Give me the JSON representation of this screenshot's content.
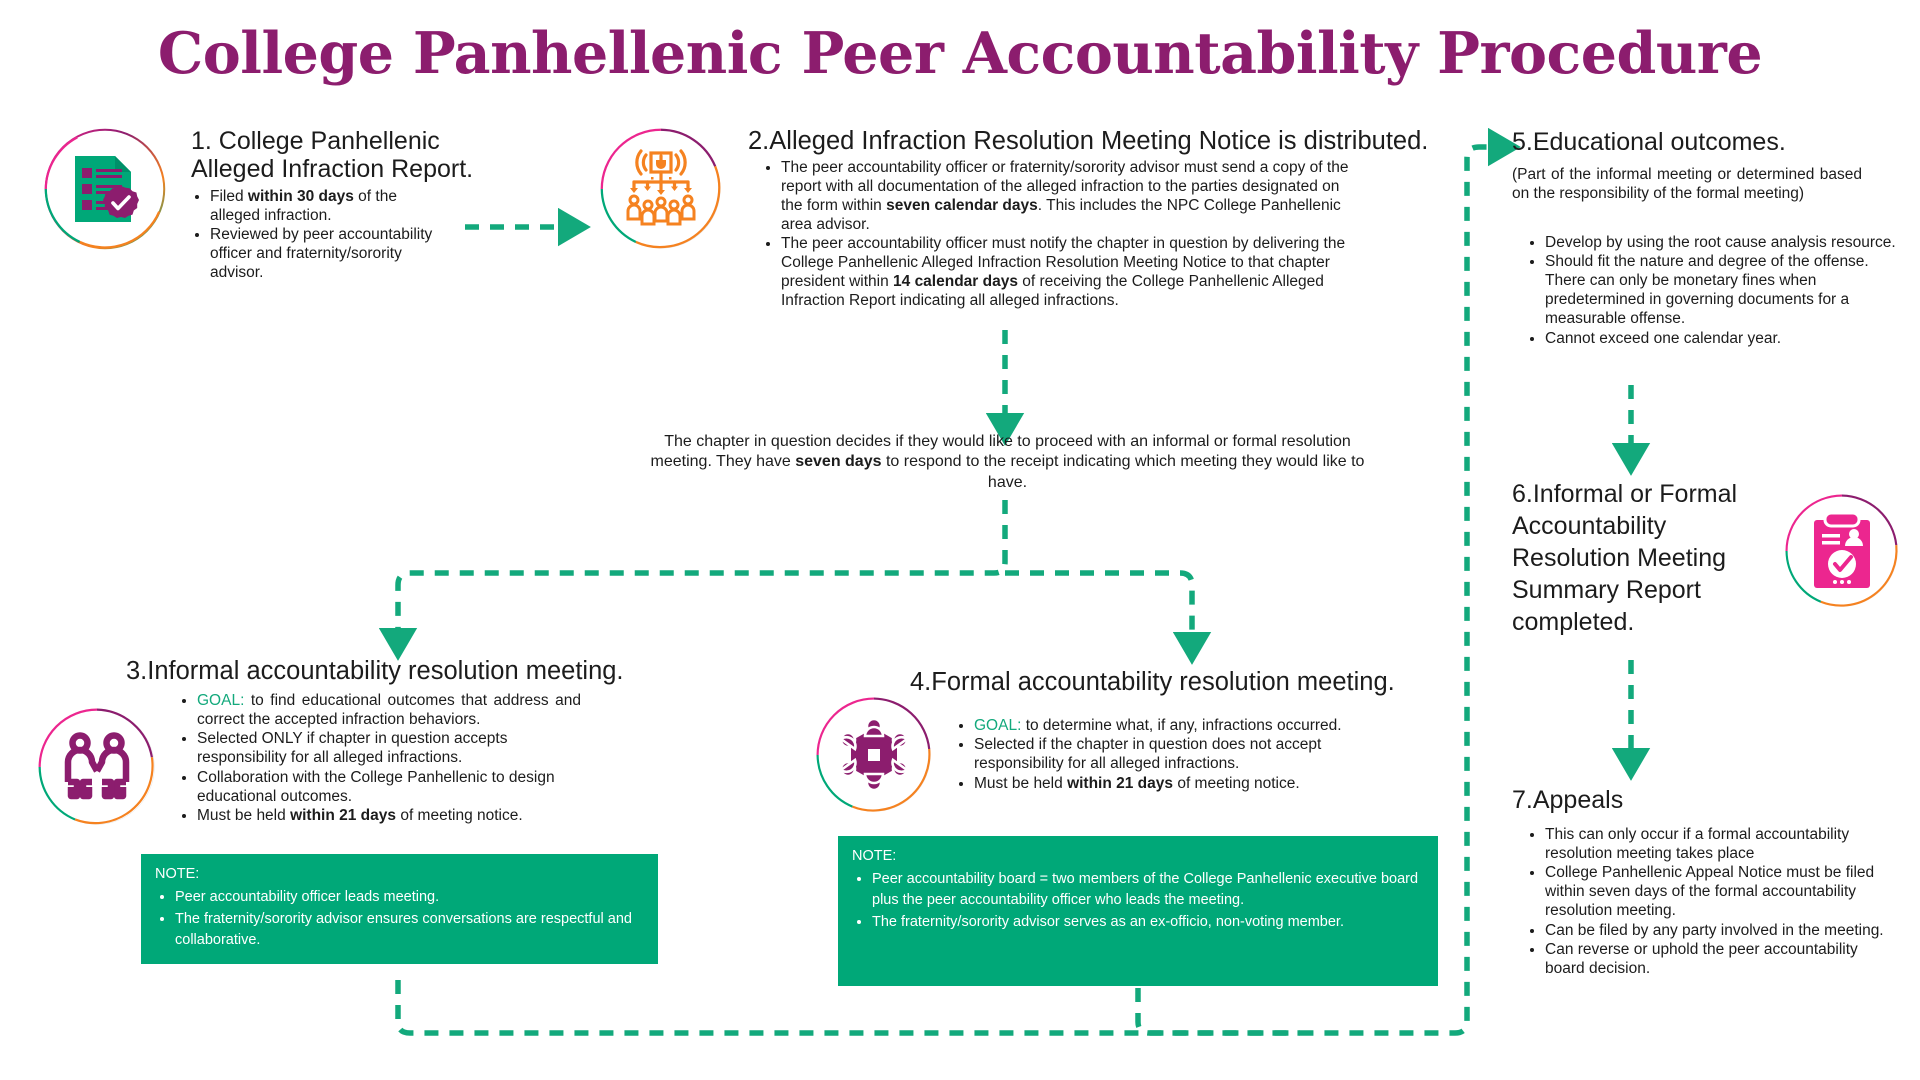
{
  "page": {
    "title": "College Panhellenic Peer Accountability Procedure",
    "accent_purple": "#8c1d6e",
    "accent_green": "#00a878",
    "accent_orange": "#f58220",
    "accent_pink": "#ec268f",
    "goal_green": "#13a97c"
  },
  "step1": {
    "icon": "report-checklist-icon",
    "heading": "1. College Panhellenic Alleged Infraction Report.",
    "bullets": [
      {
        "pre": "Filed ",
        "bold": "within 30 days",
        "post": " of the alleged infraction."
      },
      {
        "pre": "Reviewed by peer accountability officer and fraternity/sorority advisor.",
        "bold": "",
        "post": ""
      }
    ]
  },
  "step2": {
    "icon": "broadcast-org-chart-icon",
    "heading": "2.Alleged Infraction Resolution Meeting Notice is distributed.",
    "bullets": [
      {
        "pre": "The peer accountability officer or fraternity/sorority advisor must send a copy of the report with all documentation of the alleged infraction to the parties designated on the form within ",
        "bold": "seven calendar days",
        "post": ". This includes the NPC College Panhellenic area advisor."
      },
      {
        "pre": "The peer accountability officer must notify the chapter in question by delivering the College Panhellenic Alleged Infraction Resolution Meeting Notice to that chapter president within ",
        "bold": "14 calendar days",
        "post": " of receiving the College Panhellenic Alleged Infraction Report indicating all alleged infractions."
      }
    ]
  },
  "decision": {
    "pre": "The chapter in question decides if they would like to proceed with an informal or formal resolution meeting. They have ",
    "bold": "seven days",
    "post": " to respond to the receipt indicating which meeting they would like to have."
  },
  "step3": {
    "icon": "two-people-handshake-icon",
    "heading": "3.Informal accountability resolution meeting.",
    "bullets": [
      {
        "label": "GOAL:",
        "pre": " to find educational outcomes that address and correct the accepted infraction behaviors.",
        "bold": "",
        "post": ""
      },
      {
        "label": "",
        "pre": "Selected ONLY if chapter in question accepts responsibility for all alleged infractions.",
        "bold": "",
        "post": ""
      },
      {
        "label": "",
        "pre": "Collaboration with the College Panhellenic to design educational outcomes.",
        "bold": "",
        "post": ""
      },
      {
        "label": "",
        "pre": "Must be held ",
        "bold": "within 21 days",
        "post": " of meeting notice."
      }
    ],
    "note": {
      "label": "NOTE:",
      "bullets": [
        "Peer accountability officer leads meeting.",
        "The fraternity/sorority advisor ensures conversations are respectful and collaborative."
      ]
    }
  },
  "step4": {
    "icon": "round-table-meeting-icon",
    "heading": "4.Formal accountability resolution meeting.",
    "bullets": [
      {
        "label": "GOAL:",
        "pre": " to determine what, if any, infractions occurred.",
        "bold": "",
        "post": ""
      },
      {
        "label": "",
        "pre": "Selected if the chapter in question does not accept responsibility for all alleged infractions.",
        "bold": "",
        "post": ""
      },
      {
        "label": "",
        "pre": "Must be held ",
        "bold": "within 21 days",
        "post": " of meeting notice."
      }
    ],
    "note": {
      "label": "NOTE:",
      "bullets": [
        "Peer accountability board = two members of the College Panhellenic executive board plus the peer accountability officer who leads the meeting.",
        "The fraternity/sorority advisor serves as an ex-officio, non-voting member."
      ]
    }
  },
  "step5": {
    "heading": "5.Educational outcomes.",
    "subtitle": "(Part of the informal meeting or determined based on the responsibility of the formal meeting)",
    "bullets": [
      "Develop by using the root cause analysis resource.",
      "Should fit the nature and degree of the offense. There can only be monetary fines when predetermined in governing documents for a measurable offense.",
      "Cannot exceed one calendar year."
    ]
  },
  "step6": {
    "icon": "clipboard-report-check-icon",
    "heading": "6.Informal or Formal Accountability Resolution Meeting Summary Report completed."
  },
  "step7": {
    "heading": "7.Appeals",
    "bullets": [
      "This can only occur if a formal accountability resolution meeting takes place",
      "College Panhellenic Appeal Notice must be filed within seven days of the formal accountability resolution meeting.",
      "Can be filed by any party involved in the meeting.",
      "Can reverse or uphold the peer accountability board decision."
    ]
  }
}
